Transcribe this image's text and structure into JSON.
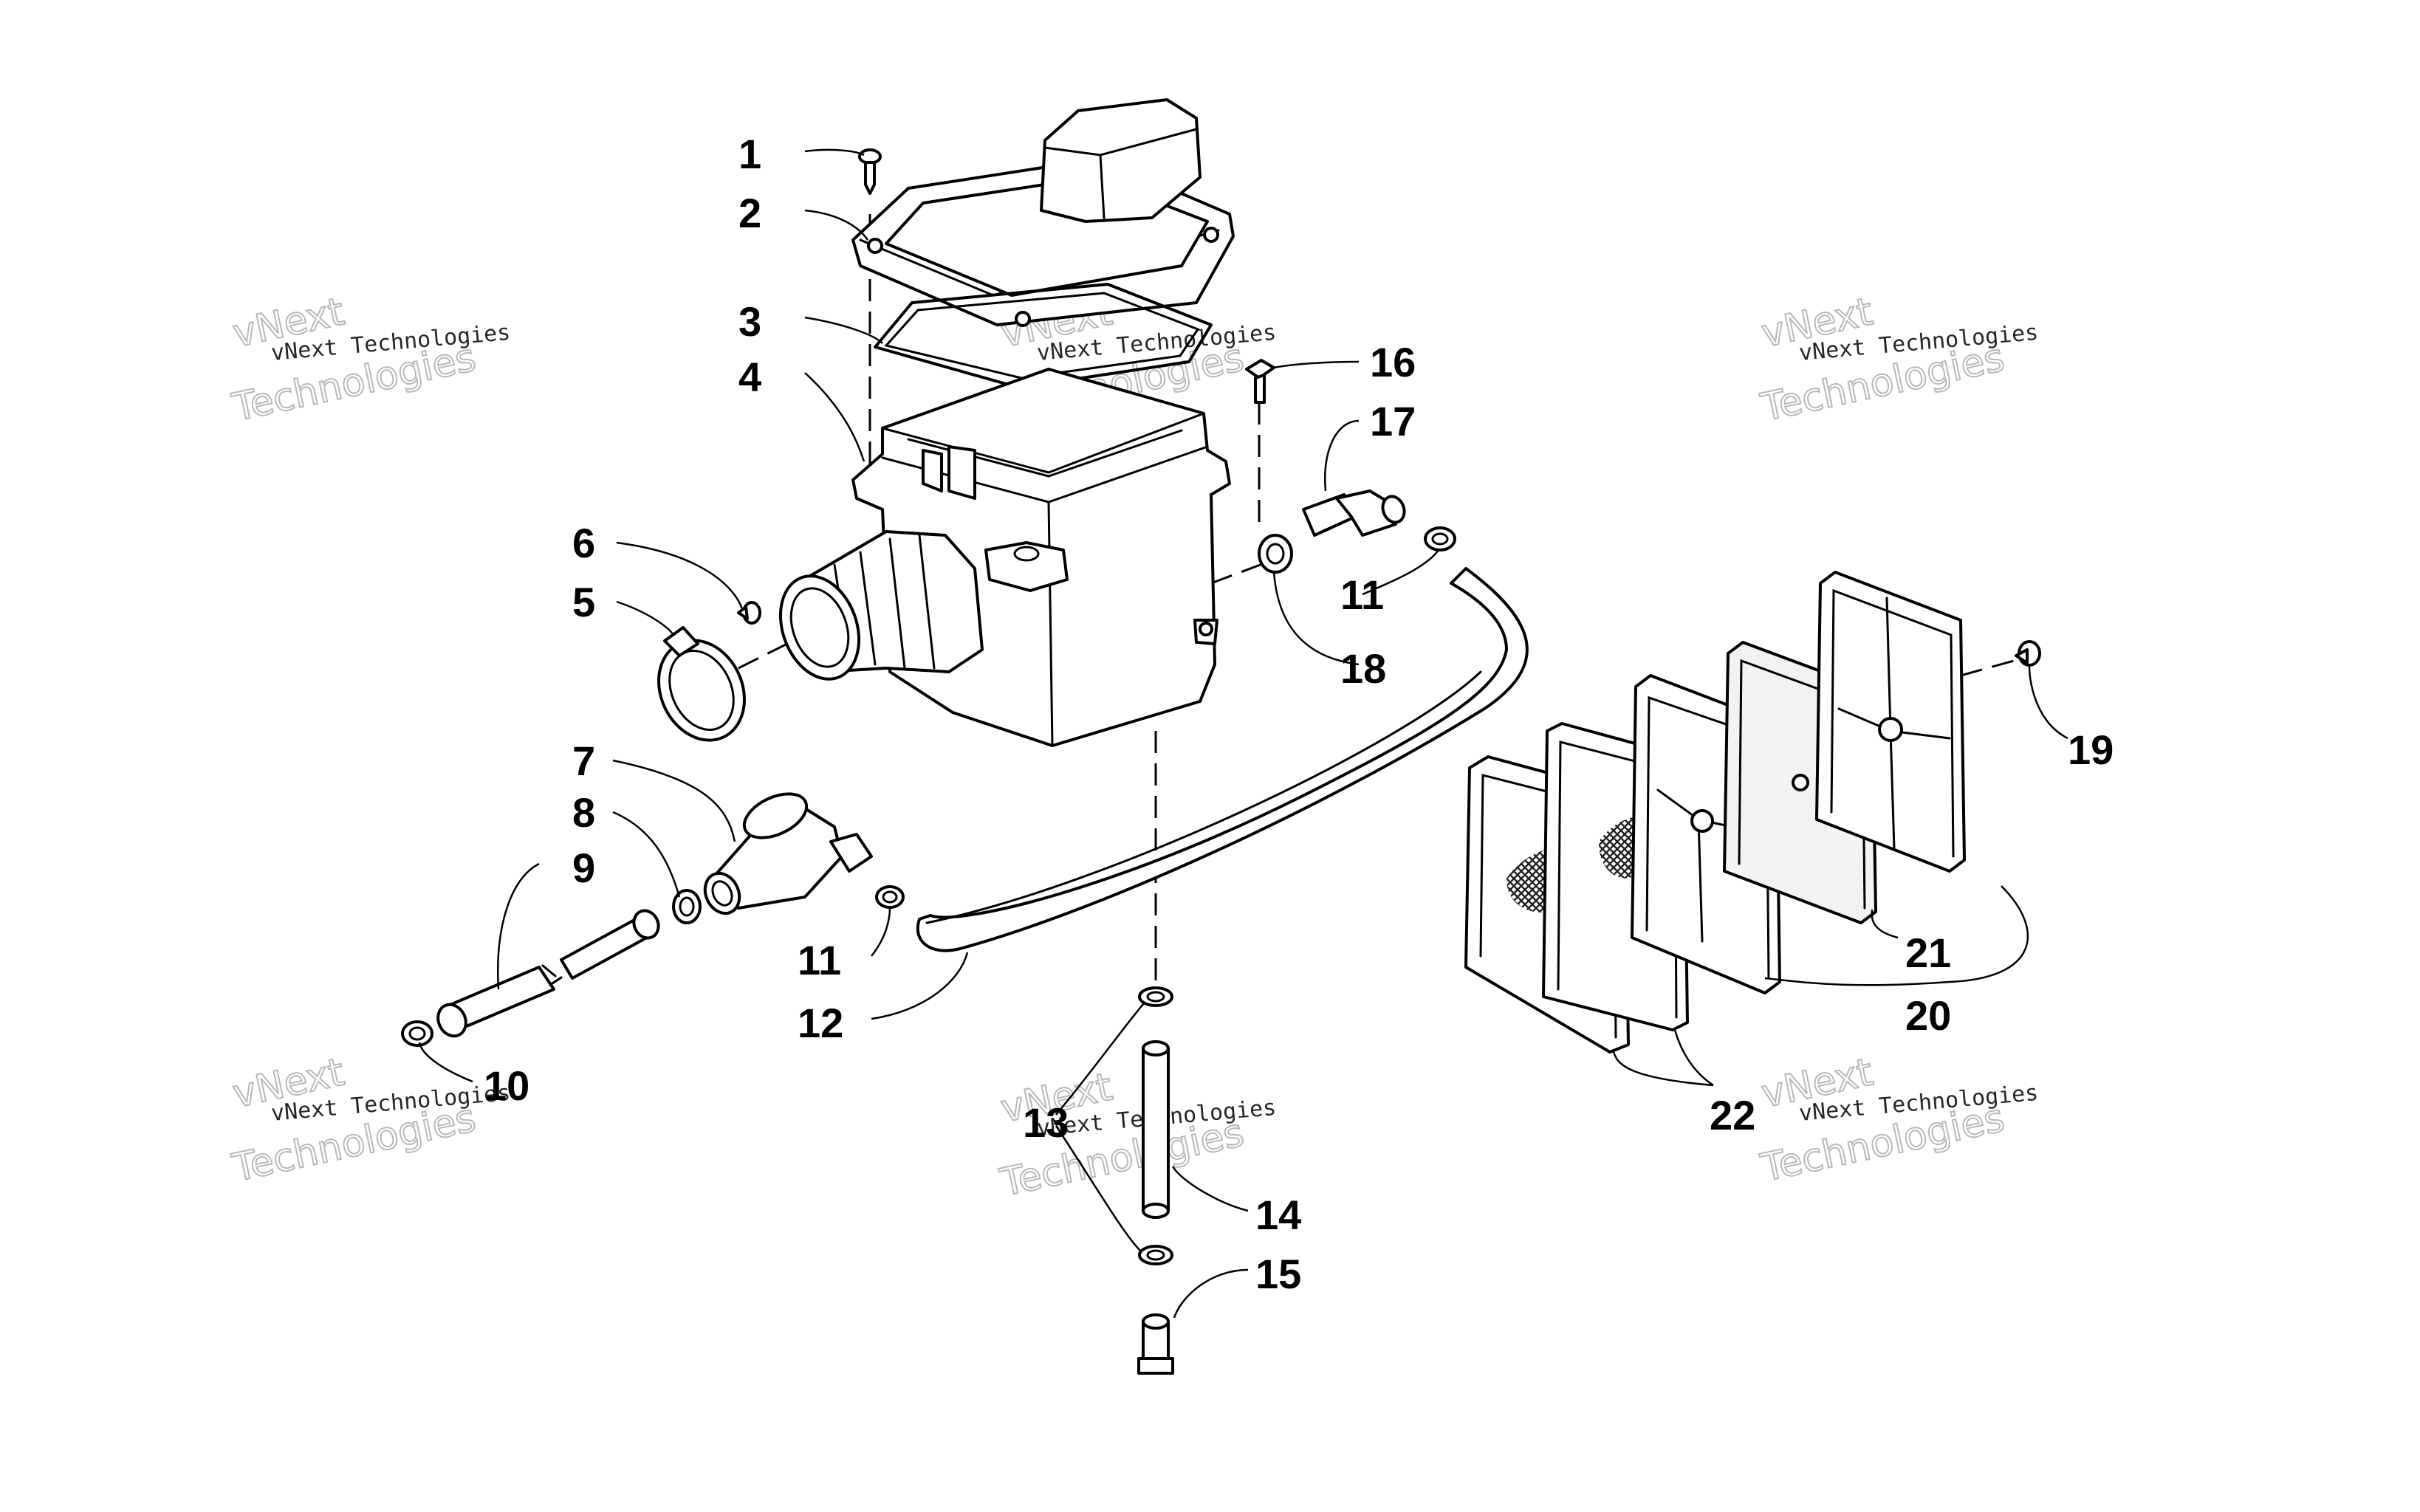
{
  "diagram": {
    "callouts": [
      {
        "id": "c1",
        "text": "1"
      },
      {
        "id": "c2",
        "text": "2"
      },
      {
        "id": "c3",
        "text": "3"
      },
      {
        "id": "c4",
        "text": "4"
      },
      {
        "id": "c5",
        "text": "5"
      },
      {
        "id": "c6",
        "text": "6"
      },
      {
        "id": "c7",
        "text": "7"
      },
      {
        "id": "c8",
        "text": "8"
      },
      {
        "id": "c9",
        "text": "9"
      },
      {
        "id": "c10",
        "text": "10"
      },
      {
        "id": "c11a",
        "text": "11"
      },
      {
        "id": "c11b",
        "text": "11"
      },
      {
        "id": "c12",
        "text": "12"
      },
      {
        "id": "c13",
        "text": "13"
      },
      {
        "id": "c14",
        "text": "14"
      },
      {
        "id": "c15",
        "text": "15"
      },
      {
        "id": "c16",
        "text": "16"
      },
      {
        "id": "c17",
        "text": "17"
      },
      {
        "id": "c18",
        "text": "18"
      },
      {
        "id": "c19",
        "text": "19"
      },
      {
        "id": "c20",
        "text": "20"
      },
      {
        "id": "c21",
        "text": "21"
      },
      {
        "id": "c22",
        "text": "22"
      }
    ],
    "watermark": {
      "line_small": "vNext Technologies",
      "line_big_1": "vNext",
      "line_big_2": "Technologies"
    }
  }
}
